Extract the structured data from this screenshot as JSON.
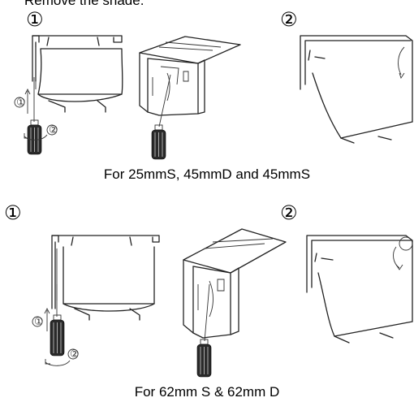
{
  "heading": "Remove the shade.",
  "top_section": {
    "step1_label": "①",
    "step2_label": "②",
    "small_step1": "①",
    "small_step2": "②",
    "caption": "For 25mmS, 45mmD and 45mmS"
  },
  "bottom_section": {
    "step1_label": "①",
    "step2_label": "②",
    "small_step1": "①",
    "small_step2": "②",
    "caption": "For 62mm S & 62mm D"
  }
}
